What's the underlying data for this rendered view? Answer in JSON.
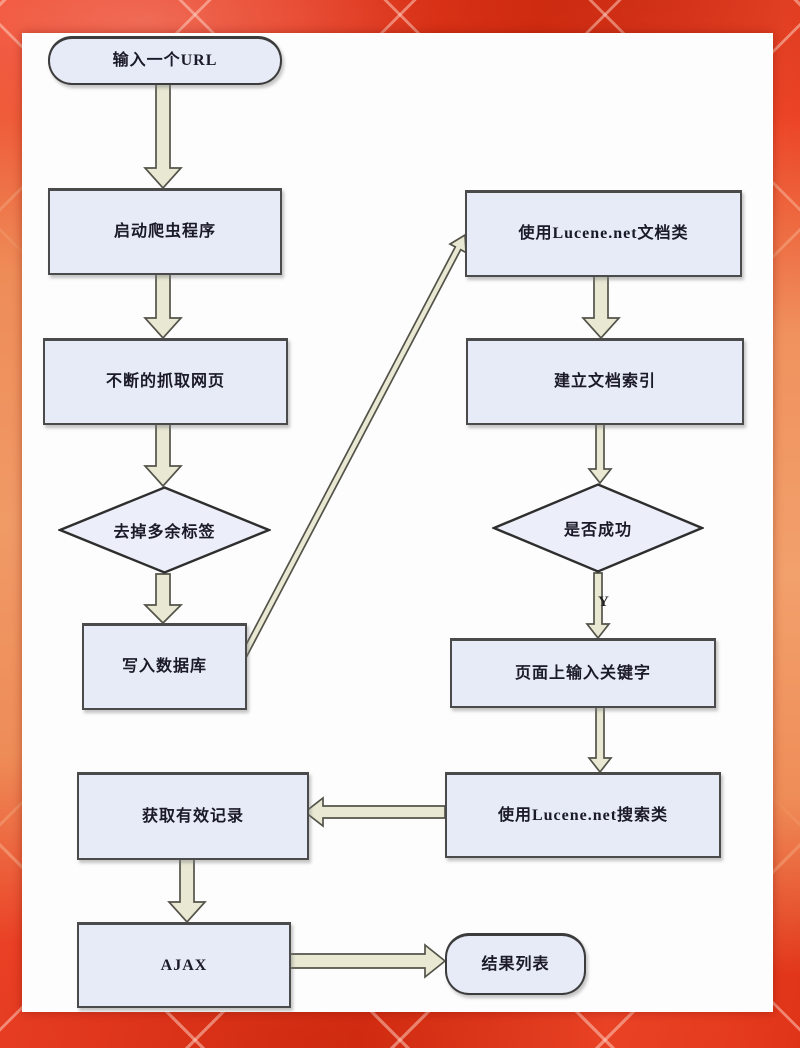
{
  "frame": {
    "base_color": "#e53a1e",
    "accent_color": "#ef8d58",
    "page_color": "#fdfdfd"
  },
  "flowchart": {
    "colors": {
      "node_fill": "#e7ebf8",
      "node_border": "#4b4b4b",
      "arrow_fill": "#e9e9d3",
      "arrow_outline": "#53534a"
    },
    "edge_labels": {
      "success_yes": "Y"
    },
    "nodes": {
      "start": {
        "label": "输入一个URL",
        "shape": "terminator"
      },
      "crawler": {
        "label": "启动爬虫程序",
        "shape": "process"
      },
      "fetch": {
        "label": "不断的抓取网页",
        "shape": "process"
      },
      "strip_tags": {
        "label": "去掉多余标签",
        "shape": "decision"
      },
      "write_db": {
        "label": "写入数据库",
        "shape": "process"
      },
      "doc_class": {
        "label": "使用Lucene.net文档类",
        "shape": "process"
      },
      "build_index": {
        "label": "建立文档索引",
        "shape": "process"
      },
      "success": {
        "label": "是否成功",
        "shape": "decision"
      },
      "keyword_input": {
        "label": "页面上输入关键字",
        "shape": "process"
      },
      "search_class": {
        "label": "使用Lucene.net搜索类",
        "shape": "process"
      },
      "get_records": {
        "label": "获取有效记录",
        "shape": "process"
      },
      "ajax": {
        "label": "AJAX",
        "shape": "process"
      },
      "result_list": {
        "label": "结果列表",
        "shape": "terminator"
      }
    }
  }
}
